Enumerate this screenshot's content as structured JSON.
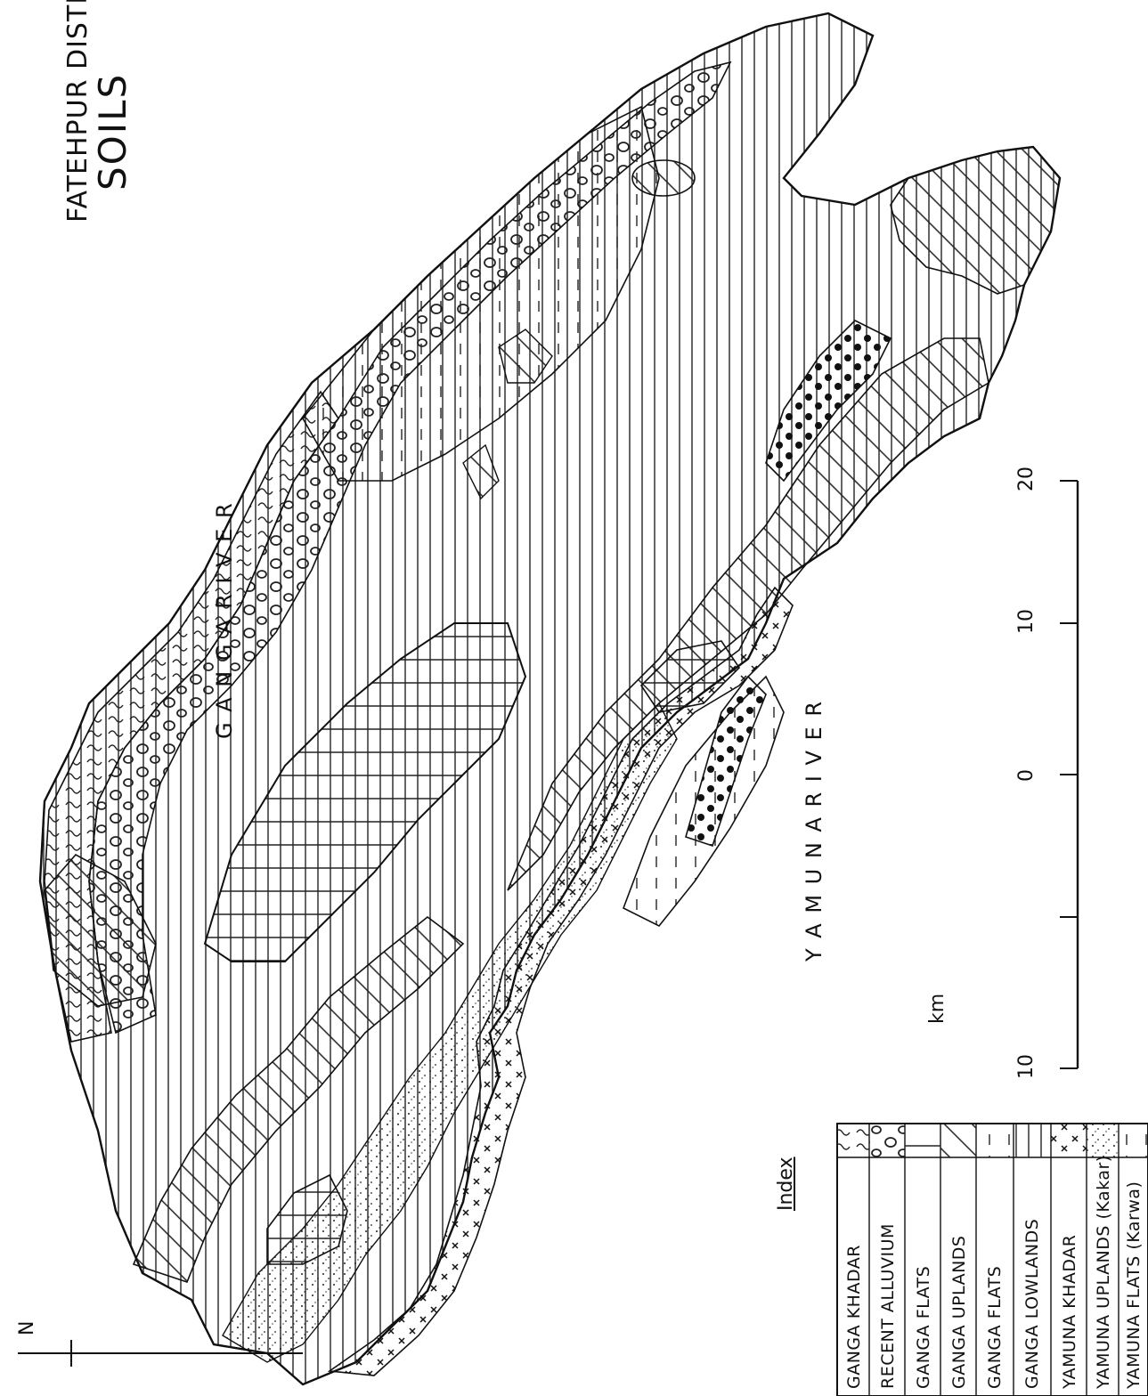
{
  "title": {
    "subtitle": "FATEHPUR DISTRICT",
    "main": "SOILS"
  },
  "rivers": {
    "ganga": "G A N G A   R I V E R",
    "yamuna": "Y A M U N A   R I V E R"
  },
  "legend": {
    "heading": "Index",
    "items": [
      {
        "label": "GANGA KHADAR",
        "pattern": "wavy"
      },
      {
        "label": "RECENT ALLUVIUM",
        "pattern": "circles"
      },
      {
        "label": "GANGA FLATS",
        "pattern": "horizontal-lines"
      },
      {
        "label": "GANGA UPLANDS",
        "pattern": "diagonal-lines"
      },
      {
        "label": "GANGA FLATS",
        "pattern": "dashed-lines"
      },
      {
        "label": "GANGA LOWLANDS",
        "pattern": "vertical-lines"
      },
      {
        "label": "YAMUNA KHADAR",
        "pattern": "crosses"
      },
      {
        "label": "YAMUNA UPLANDS (Kakar)",
        "pattern": "dots"
      },
      {
        "label": "YAMUNA FLATS (Karwa)",
        "pattern": "dashed-lines"
      }
    ]
  },
  "scale": {
    "unit": "km",
    "ticks": [
      "10",
      "0",
      "10",
      "20"
    ]
  },
  "north": "N"
}
